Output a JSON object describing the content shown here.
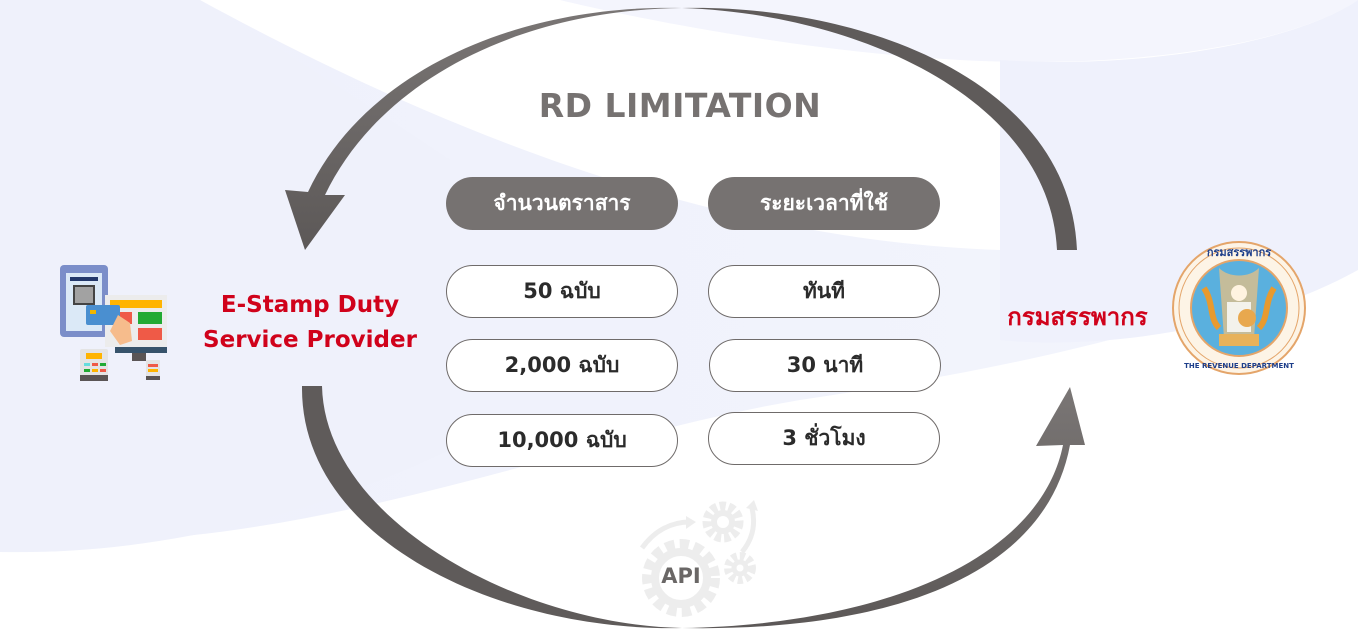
{
  "title": "RD LIMITATION",
  "columns": {
    "documents_header": "จำนวนตราสาร",
    "time_header": "ระยะเวลาที่ใช้"
  },
  "rows": [
    {
      "documents": "50 ฉบับ",
      "time": "ทันที"
    },
    {
      "documents": "2,000 ฉบับ",
      "time": "30 นาที"
    },
    {
      "documents": "10,000 ฉบับ",
      "time": "3 ชั่วโมง"
    }
  ],
  "left_entity": {
    "line1": "E-Stamp Duty",
    "line2": "Service Provider",
    "icon": "devices-payment-icon"
  },
  "right_entity": {
    "label": "กรมสรรพากร",
    "logo": "revenue-department-seal",
    "logo_text_top": "กรมสรรพากร",
    "logo_text_bottom": "THE REVENUE DEPARTMENT"
  },
  "api": {
    "label": "API",
    "icon": "gears-icon"
  },
  "colors": {
    "accent_red": "#d0021b",
    "arrow_gray": "#5f5b5a",
    "pill_header": "#767271",
    "title_gray": "#767271",
    "background_blob": "#eff1fc"
  }
}
